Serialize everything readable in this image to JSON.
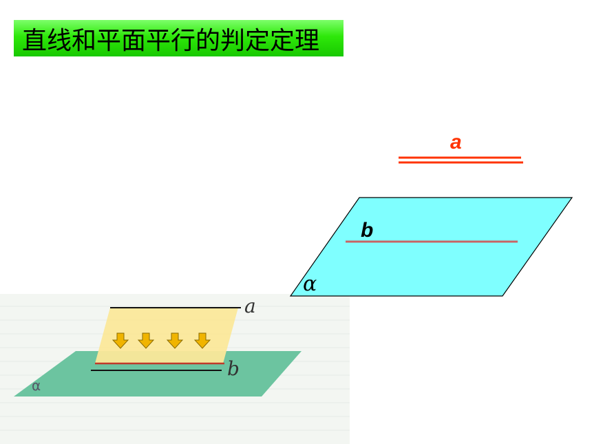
{
  "title": "直线和平面平行的判定定理",
  "diagram": {
    "line_a_label": "a",
    "line_b_label": "b",
    "plane_label": "α"
  },
  "illustration": {
    "line_a_label": "a",
    "line_b_label": "b",
    "plane_label": "α",
    "arrow_count": 4
  },
  "colors": {
    "title_bg": "#2ee80a",
    "plane_fill": "#7fffff",
    "line_a": "#ff3300",
    "line_b": "#c86464",
    "illus_plane": "#6cc4a0",
    "illus_band": "#fbe89a",
    "arrow": "#f0b400"
  }
}
